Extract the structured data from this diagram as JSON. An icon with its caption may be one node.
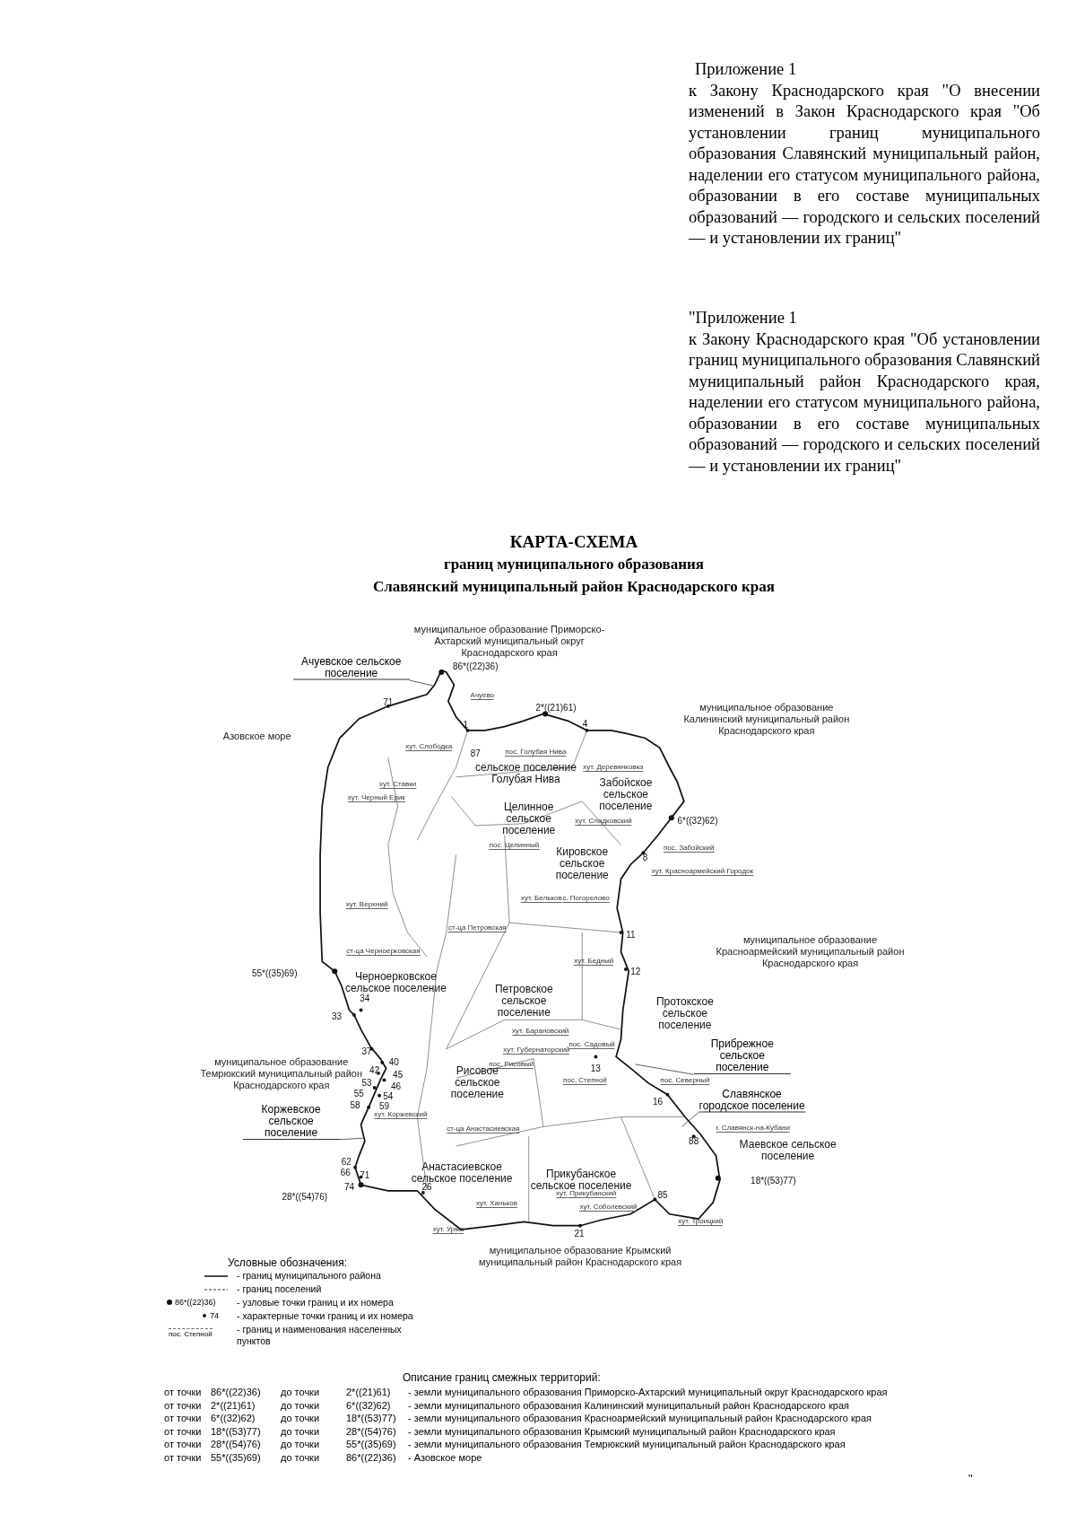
{
  "diagram": {
    "title": "КАРТА-СХЕМА",
    "nodes": [
      {
        "text": [
          "Ачуевское сельское поселение"
        ]
      },
      {
        "text": [
          "Прибрежное сельское поселение"
        ]
      },
      {
        "text": [
          "Славянское городское поселение"
        ]
      },
      {
        "text": [
          "Коржевское сельское поселение"
        ]
      }
    ],
    "edges": [
      {
        "from": 0,
        "to": null,
        "arrow": "none"
      },
      {
        "from": 1,
        "to": null,
        "arrow": "none"
      },
      {
        "from": 2,
        "to": null,
        "arrow": "none"
      },
      {
        "from": 3,
        "to": null,
        "arrow": "none"
      }
    ],
    "labels": [
      "Приложение 1",
      "к Закону Краснодарского края \"О внесении изменений в Закон Краснодарского края \"Об установлении границ муниципального образования Славянский муниципальный район, наделении его статусом муниципального района, образовании в его составе муниципальных образований — городского и сельских поселений — и установлении их границ\"",
      "\"Приложение 1",
      "к Закону Краснодарского края \"Об установлении границ муниципального образования Славянский муниципальный район Краснодарского края, наделении его статусом муниципального района, образовании в его составе муниципальных образований — городского и сельских поселений — и установлении их границ\"",
      "границ муниципального образования",
      "Славянский муниципальный район Краснодарского края",
      "муниципальное образование Приморско-Ахтарский муниципальный округ Краснодарского края",
      "86*((22)36)",
      "Ачуево",
      "71",
      "Азовское море",
      "2*((21)61)",
      "муниципальное образование Калининский муниципальный район Краснодарского края",
      "1",
      "4",
      "хут. Слободка",
      "87",
      "пос. Голубая Нива",
      "сельское поселение Голубая Нива",
      "хут. Деревянковка",
      "Забойское сельское поселение",
      "хут. Ставки",
      "хут. Черный Ерик",
      "Целинное сельское поселение",
      "хут. Сладковский",
      "6*((32)62)",
      "пос. Целинный",
      "8",
      "пос. Забойский",
      "хут. Красноармейский Городок",
      "Кировское сельское поселение",
      "хут. Бельков",
      "с. Погорелово",
      "хут. Верхний",
      "ст-ца Петровская",
      "11",
      "муниципальное образование Красноармейский муниципальный район Краснодарского края",
      "ст-ца Черноерковская",
      "55*((35)69)",
      "Черноерковское сельское поселение",
      "хут. Бедный",
      "12",
      "Петровское сельское поселение",
      "Протокское сельское поселение",
      "34",
      "33",
      "хут. Барановский",
      "37",
      "муниципальное образование Темрюкский муниципальный район Краснодарского края",
      "хут. Губернаторский",
      "пос. Садовый",
      "13",
      "пос. Рисовый",
      "40",
      "42",
      "45",
      "53",
      "46",
      "55",
      "54",
      "58",
      "59",
      "Рисовое сельское поселение",
      "пос. Степной",
      "пос. Северный",
      "16",
      "хут. Коржевский",
      "ст-ца Анастасиевская",
      "г. Славянск-на-Кубани",
      "88",
      "Маевское сельское поселение",
      "62",
      "66",
      "71",
      "Анастасиевское сельское поселение",
      "Прикубанское сельское поселение",
      "18*((53)77)",
      "74",
      "26",
      "хут. Прикубанский",
      "28*((54)76)",
      "85",
      "хут. Ханьков",
      "хут. Соболевский",
      "хут. Троицкий",
      "хут. Урма",
      "21",
      "муниципальное образование Крымский муниципальный район Краснодарского края",
      "Условные обозначения:",
      "86*((22)36)",
      "74",
      "пос. Степной",
      "Описание границ смежных территорий:",
      "от точки",
      "86*((22)36)",
      "до точки",
      "2*((21)61)",
      "- земли муниципального образования Приморско-Ахтарский муниципальный округ Краснодарского края",
      "от точки",
      "2*((21)61)",
      "до точки",
      "6*((32)62)",
      "- земли муниципального образования Калининский муниципальный район Краснодарского края",
      "от точки",
      "6*((32)62)",
      "до точки",
      "18*((53)77)",
      "- земли муниципального образования Красноармейский муниципальный район Краснодарского края",
      "от точки",
      "18*((53)77)",
      "до точки",
      "28*((54)76)",
      "- земли муниципального образования Крымский муниципальный район Краснодарского края",
      "от точки",
      "28*((54)76)",
      "до точки",
      "55*((35)69)",
      "- земли муниципального образования Темрюкский муниципальный район Краснодарского края",
      "от точки",
      "55*((35)69)",
      "до точки",
      "86*((22)36)",
      "- Азовское море",
      "\""
    ],
    "legend": [
      {
        "text": "- границ муниципального района"
      },
      {
        "text": "- границ поселений"
      },
      {
        "text": "- узловые точки границ и их номера"
      },
      {
        "text": "- характерные точки границ и их номера"
      },
      {
        "text": "- границ и наименования населенных пунктов"
      }
    ]
  }
}
